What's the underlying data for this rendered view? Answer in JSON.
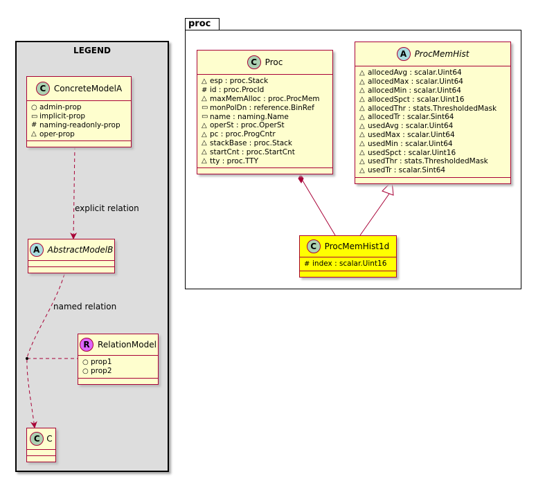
{
  "legend": {
    "title": "LEGEND",
    "concrete_model": {
      "name": "ConcreteModelA",
      "badge": "C",
      "attributes": [
        {
          "vis": "○",
          "text": "admin-prop"
        },
        {
          "vis": "▭",
          "text": "implicit-prop"
        },
        {
          "vis": "#",
          "text": "naming-readonly-prop"
        },
        {
          "vis": "△",
          "text": "oper-prop"
        }
      ]
    },
    "abstract_model": {
      "name": "AbstractModelB",
      "badge": "A"
    },
    "relation_model": {
      "name": "RelationModel",
      "badge": "R",
      "attributes": [
        {
          "vis": "○",
          "text": "prop1"
        },
        {
          "vis": "○",
          "text": "prop2"
        }
      ]
    },
    "c_model": {
      "name": "C",
      "badge": "C"
    },
    "explicit_relation_label": "explicit relation",
    "named_relation_label": "named relation"
  },
  "package": {
    "name": "proc",
    "proc_class": {
      "name": "Proc",
      "badge": "C",
      "attributes": [
        {
          "vis": "△",
          "text": "esp : proc.Stack"
        },
        {
          "vis": "#",
          "text": "id : proc.ProcId"
        },
        {
          "vis": "△",
          "text": "maxMemAlloc : proc.ProcMem"
        },
        {
          "vis": "▭",
          "text": "monPolDn : reference.BinRef"
        },
        {
          "vis": "▭",
          "text": "name : naming.Name"
        },
        {
          "vis": "△",
          "text": "operSt : proc.OperSt"
        },
        {
          "vis": "△",
          "text": "pc : proc.ProgCntr"
        },
        {
          "vis": "△",
          "text": "stackBase : proc.Stack"
        },
        {
          "vis": "△",
          "text": "startCnt : proc.StartCnt"
        },
        {
          "vis": "△",
          "text": "tty : proc.TTY"
        }
      ]
    },
    "procmemhist_class": {
      "name": "ProcMemHist",
      "badge": "A",
      "attributes": [
        {
          "vis": "△",
          "text": "allocedAvg : scalar.Uint64"
        },
        {
          "vis": "△",
          "text": "allocedMax : scalar.Uint64"
        },
        {
          "vis": "△",
          "text": "allocedMin : scalar.Uint64"
        },
        {
          "vis": "△",
          "text": "allocedSpct : scalar.Uint16"
        },
        {
          "vis": "△",
          "text": "allocedThr : stats.ThresholdedMask"
        },
        {
          "vis": "△",
          "text": "allocedTr : scalar.Sint64"
        },
        {
          "vis": "△",
          "text": "usedAvg : scalar.Uint64"
        },
        {
          "vis": "△",
          "text": "usedMax : scalar.Uint64"
        },
        {
          "vis": "△",
          "text": "usedMin : scalar.Uint64"
        },
        {
          "vis": "△",
          "text": "usedSpct : scalar.Uint16"
        },
        {
          "vis": "△",
          "text": "usedThr : stats.ThresholdedMask"
        },
        {
          "vis": "△",
          "text": "usedTr : scalar.Sint64"
        }
      ]
    },
    "procmemhist1d_class": {
      "name": "ProcMemHist1d",
      "badge": "C",
      "attributes": [
        {
          "vis": "#",
          "text": "index : scalar.Uint16"
        }
      ]
    }
  },
  "colors": {
    "class_fill": "#fefece",
    "class_border": "#a80036",
    "highlight_fill": "#ffff00",
    "legend_fill": "#dddddd"
  }
}
